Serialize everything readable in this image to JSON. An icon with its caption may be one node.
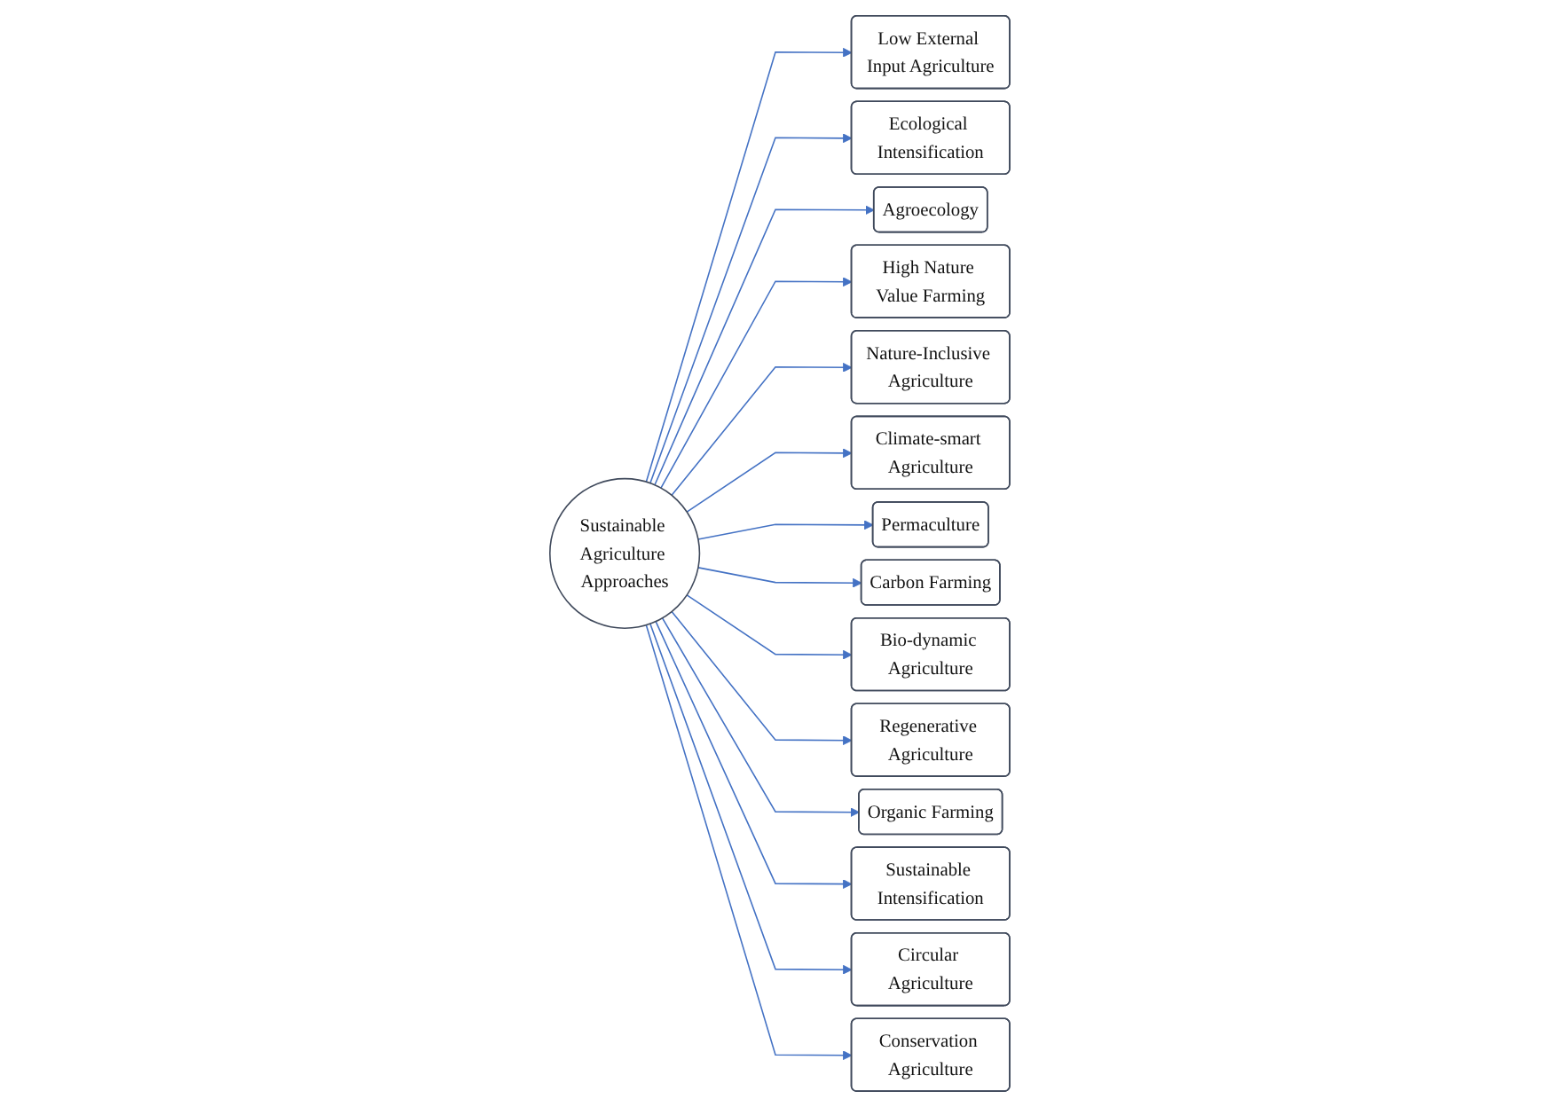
{
  "diagram": {
    "nodes": [
      {
        "text": [
          "Sustainable Agriculture Approaches"
        ]
      },
      {
        "text": [
          "Low External Input Agriculture"
        ]
      },
      {
        "text": [
          "Ecological Intensification"
        ]
      },
      {
        "text": [
          "Agroecology"
        ]
      },
      {
        "text": [
          "High Nature Value Farming"
        ]
      },
      {
        "text": [
          "Nature-Inclusive Agriculture"
        ]
      },
      {
        "text": [
          "Climate-smart Agriculture"
        ]
      },
      {
        "text": [
          "Permaculture"
        ]
      },
      {
        "text": [
          "Carbon Farming"
        ]
      },
      {
        "text": [
          "Bio-dynamic Agriculture"
        ]
      },
      {
        "text": [
          "Regenerative Agriculture"
        ]
      },
      {
        "text": [
          "Organic Farming"
        ]
      },
      {
        "text": [
          "Sustainable Intensification"
        ]
      },
      {
        "text": [
          "Circular Agriculture"
        ]
      },
      {
        "text": [
          "Conservation Agriculture"
        ]
      }
    ],
    "edges": [
      {
        "from": 0,
        "to": 1,
        "arrow": "to"
      },
      {
        "from": 0,
        "to": 2,
        "arrow": "to"
      },
      {
        "from": 0,
        "to": 3,
        "arrow": "to"
      },
      {
        "from": 0,
        "to": 4,
        "arrow": "to"
      },
      {
        "from": 0,
        "to": 5,
        "arrow": "to"
      },
      {
        "from": 0,
        "to": 6,
        "arrow": "to"
      },
      {
        "from": 0,
        "to": 7,
        "arrow": "to"
      },
      {
        "from": 0,
        "to": 8,
        "arrow": "to"
      },
      {
        "from": 0,
        "to": 9,
        "arrow": "to"
      },
      {
        "from": 0,
        "to": 10,
        "arrow": "to"
      },
      {
        "from": 0,
        "to": 11,
        "arrow": "to"
      },
      {
        "from": 0,
        "to": 12,
        "arrow": "to"
      },
      {
        "from": 0,
        "to": 13,
        "arrow": "to"
      },
      {
        "from": 0,
        "to": 14,
        "arrow": "to"
      }
    ]
  }
}
